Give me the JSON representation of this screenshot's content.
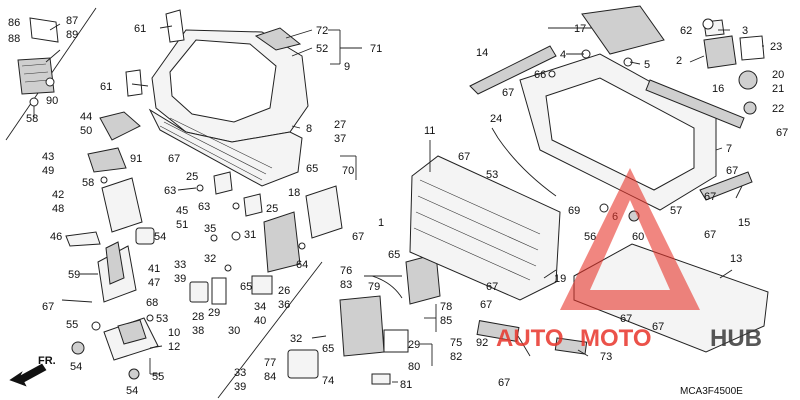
{
  "diagram_code": "MCA3F4500E",
  "direction_label": "FR.",
  "watermark": {
    "text_a": "AUTO",
    "text_b": "MOTO",
    "text_c": "HUB",
    "color_red": "#e8352b",
    "color_dark": "#3a3a3a"
  },
  "labels": {
    "p86": "86",
    "p87": "87",
    "p88": "88",
    "p89": "89",
    "p90": "90",
    "p58a": "58",
    "p44": "44",
    "p50": "50",
    "p43": "43",
    "p49": "49",
    "p58b": "58",
    "p91": "91",
    "p67a": "67",
    "p42": "42",
    "p48": "48",
    "p45": "45",
    "p51": "51",
    "p46": "46",
    "p54a": "54",
    "p41": "41",
    "p47": "47",
    "p59": "59",
    "p67b": "67",
    "p68": "68",
    "p55a": "55",
    "p53a": "53",
    "p10": "10",
    "p12": "12",
    "p54b": "54",
    "p55b": "55",
    "p54c": "54",
    "p61a": "61",
    "p61b": "61",
    "p8": "8",
    "p72": "72",
    "p52": "52",
    "p71": "71",
    "p9": "9",
    "p18": "18",
    "p25a": "25",
    "p63a": "63",
    "p63b": "63",
    "p25b": "25",
    "p27": "27",
    "p37": "37",
    "p70": "70",
    "p65a": "65",
    "p35": "35",
    "p31": "31",
    "p32a": "32",
    "p33a": "33",
    "p39a": "39",
    "p64": "64",
    "p65b": "65",
    "p26": "26",
    "p36": "36",
    "p34": "34",
    "p40": "40",
    "p28": "28",
    "p38": "38",
    "p29a": "29",
    "p30": "30",
    "p33b": "33",
    "p39b": "39",
    "p77": "77",
    "p84": "84",
    "p32b": "32",
    "p65c": "65",
    "p74": "74",
    "p29b": "29",
    "p80": "80",
    "p75": "75",
    "p82": "82",
    "p81": "81",
    "p76": "76",
    "p83": "83",
    "p79": "79",
    "p78": "78",
    "p85": "85",
    "p11": "11",
    "p24": "24",
    "p67c": "67",
    "p53b": "53",
    "p1": "1",
    "p67d": "67",
    "p65d": "65",
    "p14": "14",
    "p66": "66",
    "p67e": "67",
    "p4": "4",
    "p5": "5",
    "p17": "17",
    "p62": "62",
    "p3": "3",
    "p2": "2",
    "p23": "23",
    "p20": "20",
    "p21": "21",
    "p22": "22",
    "p16": "16",
    "p67f": "67",
    "p7": "7",
    "p67g": "67",
    "p67h": "67",
    "p15": "15",
    "p69": "69",
    "p56": "56",
    "p6": "6",
    "p60": "60",
    "p57": "57",
    "p67i": "67",
    "p13": "13",
    "p19": "19",
    "p67j": "67",
    "p67k": "67",
    "p67l": "67",
    "p92": "92",
    "p67m": "67",
    "p67n": "67",
    "p73": "73"
  }
}
